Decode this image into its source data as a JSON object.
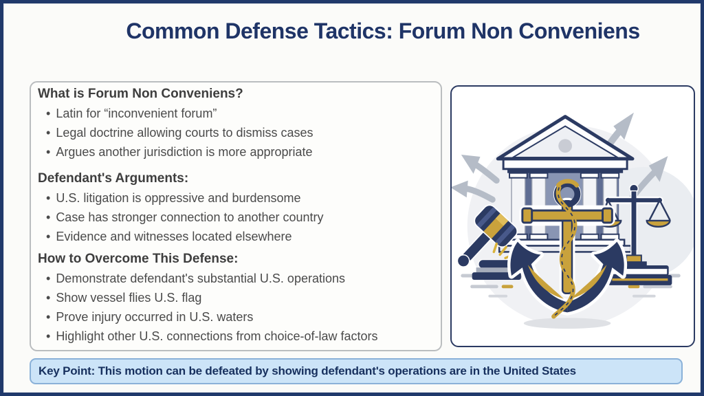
{
  "slide": {
    "title": "Common Defense Tactics: Forum Non Conveniens",
    "key_point": "Key Point: This motion can be defeated by showing defendant's operations are in the United States"
  },
  "sections": [
    {
      "heading": "What is Forum Non Conveniens?",
      "bullets": [
        "Latin for “inconvenient forum”",
        "Legal doctrine allowing courts to dismiss cases",
        "Argues another jurisdiction is more appropriate"
      ]
    },
    {
      "heading": "Defendant's Arguments:",
      "bullets": [
        "U.S. litigation is oppressive and burdensome",
        "Case has stronger connection to another country",
        "Evidence and witnesses located elsewhere"
      ]
    },
    {
      "heading": "How to Overcome This Defense:",
      "bullets": [
        "Demonstrate defendant's substantial U.S. operations",
        "Show vessel flies U.S. flag",
        "Prove injury occurred in U.S. waters",
        "Highlight other U.S. connections from choice-of-law factors"
      ]
    }
  ],
  "illustration": {
    "description": "Courthouse with anchor, gavel, scales of justice, law books and direction arrows"
  },
  "colors": {
    "slide_border_navy": "#20396b",
    "title_navy": "#1f3467",
    "heading_gray": "#3e3e3e",
    "body_gray": "#4a4a4a",
    "keypoint_bg": "#cce4f8",
    "keypoint_border": "#8ab1d8",
    "keypoint_text": "#17305e",
    "illustration_navy": "#2b3a62",
    "illustration_gold": "#c9a23c"
  }
}
